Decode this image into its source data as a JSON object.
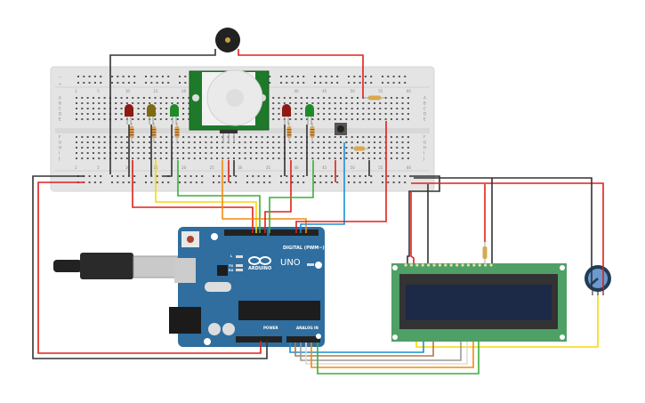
{
  "breadboard": {
    "column_labels": [
      "1",
      "5",
      "10",
      "15",
      "20",
      "25",
      "30",
      "35",
      "40",
      "45",
      "50",
      "55",
      "60"
    ],
    "row_labels_top": [
      "A",
      "B",
      "C",
      "D",
      "E"
    ],
    "row_labels_bottom": [
      "F",
      "G",
      "H",
      "I",
      "J"
    ],
    "rail_minus": "−",
    "rail_plus": "+"
  },
  "arduino": {
    "digital_label": "DIGITAL (PWM~)",
    "brand": "ARDUINO",
    "model": "UNO",
    "power_label": "POWER",
    "analog_label": "ANALOG IN",
    "on_label": "ON",
    "tx_label": "TX",
    "rx_label": "RX",
    "l_label": "L",
    "color": "#2f6e9f"
  },
  "lcd": {
    "board_color": "#4fa066",
    "screen_color": "#1c2a48"
  },
  "wire_colors": {
    "black": "#333333",
    "red": "#e0201b",
    "yellow": "#f5d90a",
    "green": "#3cae3c",
    "orange": "#f08a10",
    "blue": "#1c8fd6",
    "brown": "#b07a45",
    "gray": "#999999",
    "white": "#dddddd"
  }
}
